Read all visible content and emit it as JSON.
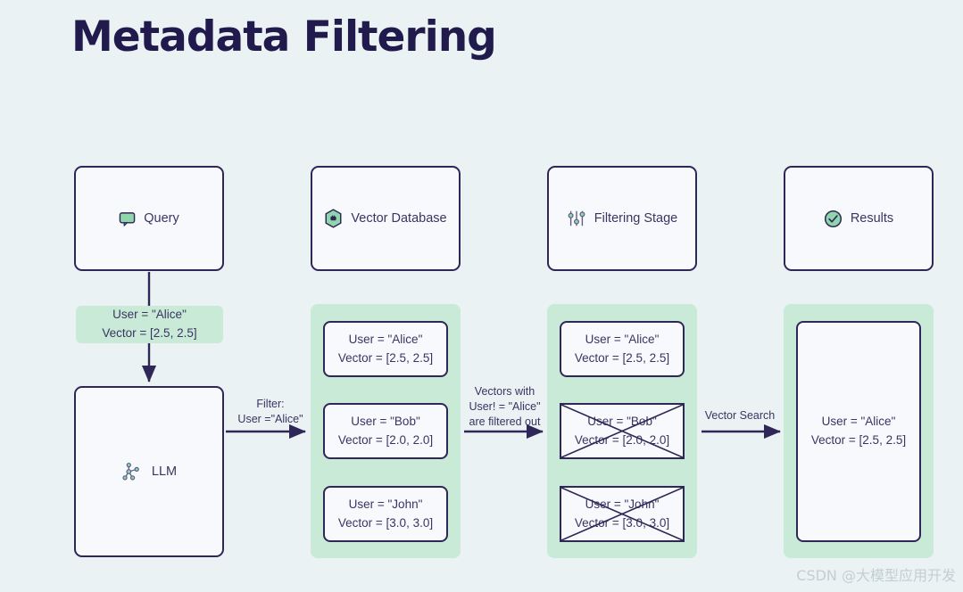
{
  "page": {
    "title": "Metadata Filtering",
    "background_color": "#eaf2f3",
    "accent_green": "#c9ead6",
    "ink": "#2e2757",
    "watermark": "CSDN @大模型应用开发"
  },
  "headers": [
    {
      "label": "Query",
      "icon": "speech-bubble-icon"
    },
    {
      "label": "Vector Database",
      "icon": "hexagon-database-icon"
    },
    {
      "label": "Filtering Stage",
      "icon": "sliders-icon"
    },
    {
      "label": "Results",
      "icon": "check-circle-icon"
    }
  ],
  "query_chip": {
    "line1": "User = \"Alice\"",
    "line2": "Vector = [2.5, 2.5]"
  },
  "llm_box": {
    "label": "LLM",
    "icon": "network-graph-icon"
  },
  "connectors": {
    "filter": {
      "line1": "Filter:",
      "line2": "User =\"Alice\""
    },
    "filtered_out": {
      "line1": "Vectors with",
      "line2": "User! = \"Alice\"",
      "line3": "are filtered out"
    },
    "vector_search": {
      "line1": "Vector Search"
    }
  },
  "database_records": [
    {
      "line1": "User = \"Alice\"",
      "line2": "Vector = [2.5, 2.5]",
      "crossed": false
    },
    {
      "line1": "User = \"Bob\"",
      "line2": "Vector = [2.0, 2.0]",
      "crossed": false
    },
    {
      "line1": "User = \"John\"",
      "line2": "Vector = [3.0, 3.0]",
      "crossed": false
    }
  ],
  "filtering_records": [
    {
      "line1": "User = \"Alice\"",
      "line2": "Vector = [2.5, 2.5]",
      "crossed": false
    },
    {
      "line1": "User = \"Bob\"",
      "line2": "Vector = [2.0, 2.0]",
      "crossed": true
    },
    {
      "line1": "User = \"John\"",
      "line2": "Vector = [3.0, 3.0]",
      "crossed": true
    }
  ],
  "result_record": {
    "line1": "User = \"Alice\"",
    "line2": "Vector = [2.5, 2.5]"
  }
}
